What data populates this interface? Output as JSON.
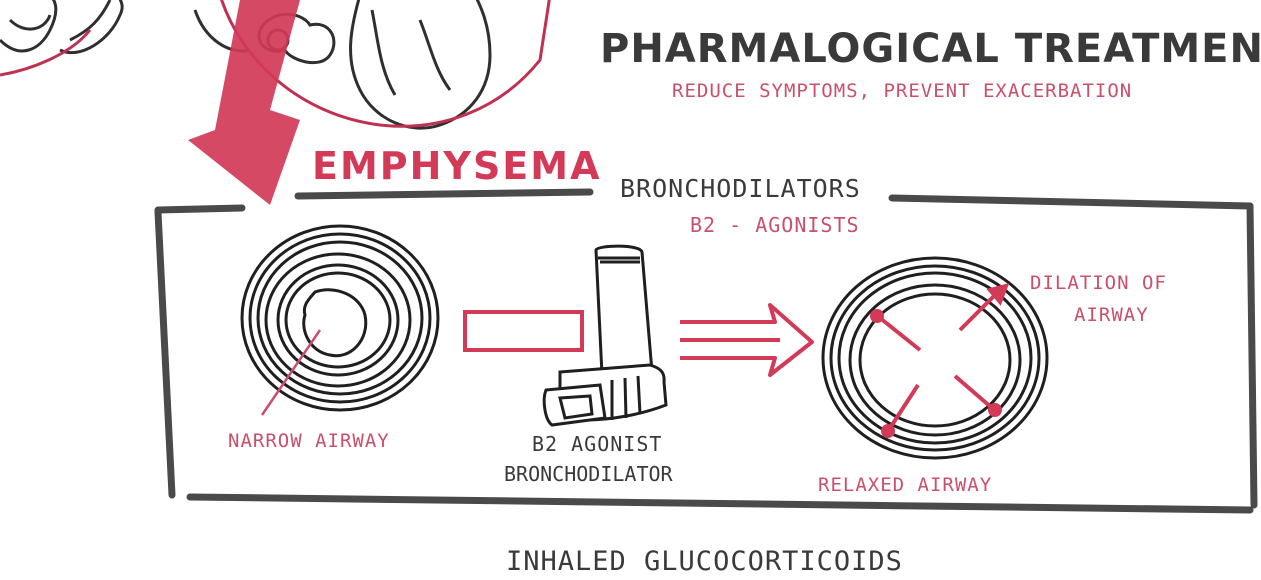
{
  "title": "PHARMALOGICAL TREATMENT",
  "subtitle": "REDUCE SYMPTOMS, PREVENT EXACERBATION",
  "emphysema_label": "EMPHYSEMA",
  "box": {
    "title": "BRONCHODILATORS",
    "subtitle": "B2 - AGONISTS"
  },
  "labels": {
    "narrow_airway": "NARROW AIRWAY",
    "agonist_line1": "B2 AGONIST",
    "agonist_line2": "BRONCHODILATOR",
    "dilation_line1": "DILATION OF",
    "dilation_line2": "AIRWAY",
    "relaxed_airway": "RELAXED AIRWAY"
  },
  "next_heading": "INHALED GLUCOCORTICOIDS",
  "colors": {
    "ink": "#3a3a3a",
    "accent": "#d23a58",
    "accent_light": "#c9506a"
  }
}
